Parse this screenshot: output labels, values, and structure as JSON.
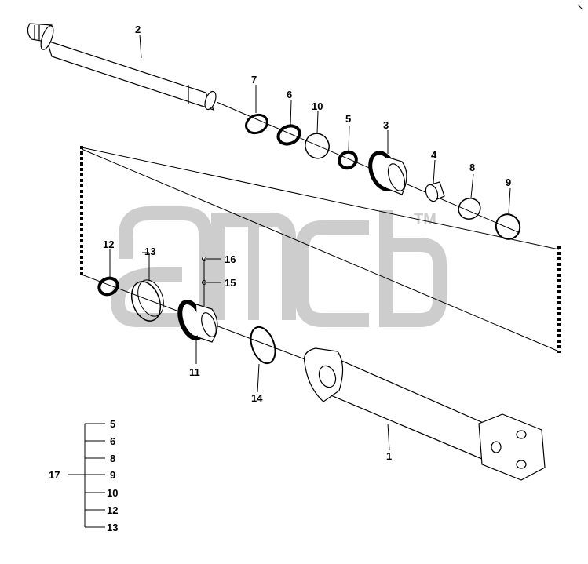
{
  "diagram": {
    "type": "exploded-parts-view",
    "watermark": {
      "text": "amcb",
      "mark": "TM"
    },
    "callouts": [
      {
        "id": "c1",
        "label": "1"
      },
      {
        "id": "c2",
        "label": "2"
      },
      {
        "id": "c3",
        "label": "3"
      },
      {
        "id": "c4",
        "label": "4"
      },
      {
        "id": "c5",
        "label": "5"
      },
      {
        "id": "c6",
        "label": "6"
      },
      {
        "id": "c7",
        "label": "7"
      },
      {
        "id": "c8",
        "label": "8"
      },
      {
        "id": "c9",
        "label": "9"
      },
      {
        "id": "c10",
        "label": "10"
      },
      {
        "id": "c11",
        "label": "11"
      },
      {
        "id": "c12",
        "label": "12"
      },
      {
        "id": "c13",
        "label": "13"
      },
      {
        "id": "c14",
        "label": "14"
      },
      {
        "id": "c15",
        "label": "15"
      },
      {
        "id": "c16",
        "label": "16"
      }
    ],
    "kit": {
      "label": "17",
      "items": [
        "5",
        "6",
        "8",
        "9",
        "10",
        "12",
        "13"
      ]
    }
  },
  "colors": {
    "line": "#000000",
    "watermark": "#c8c8c8",
    "background": "#ffffff"
  }
}
